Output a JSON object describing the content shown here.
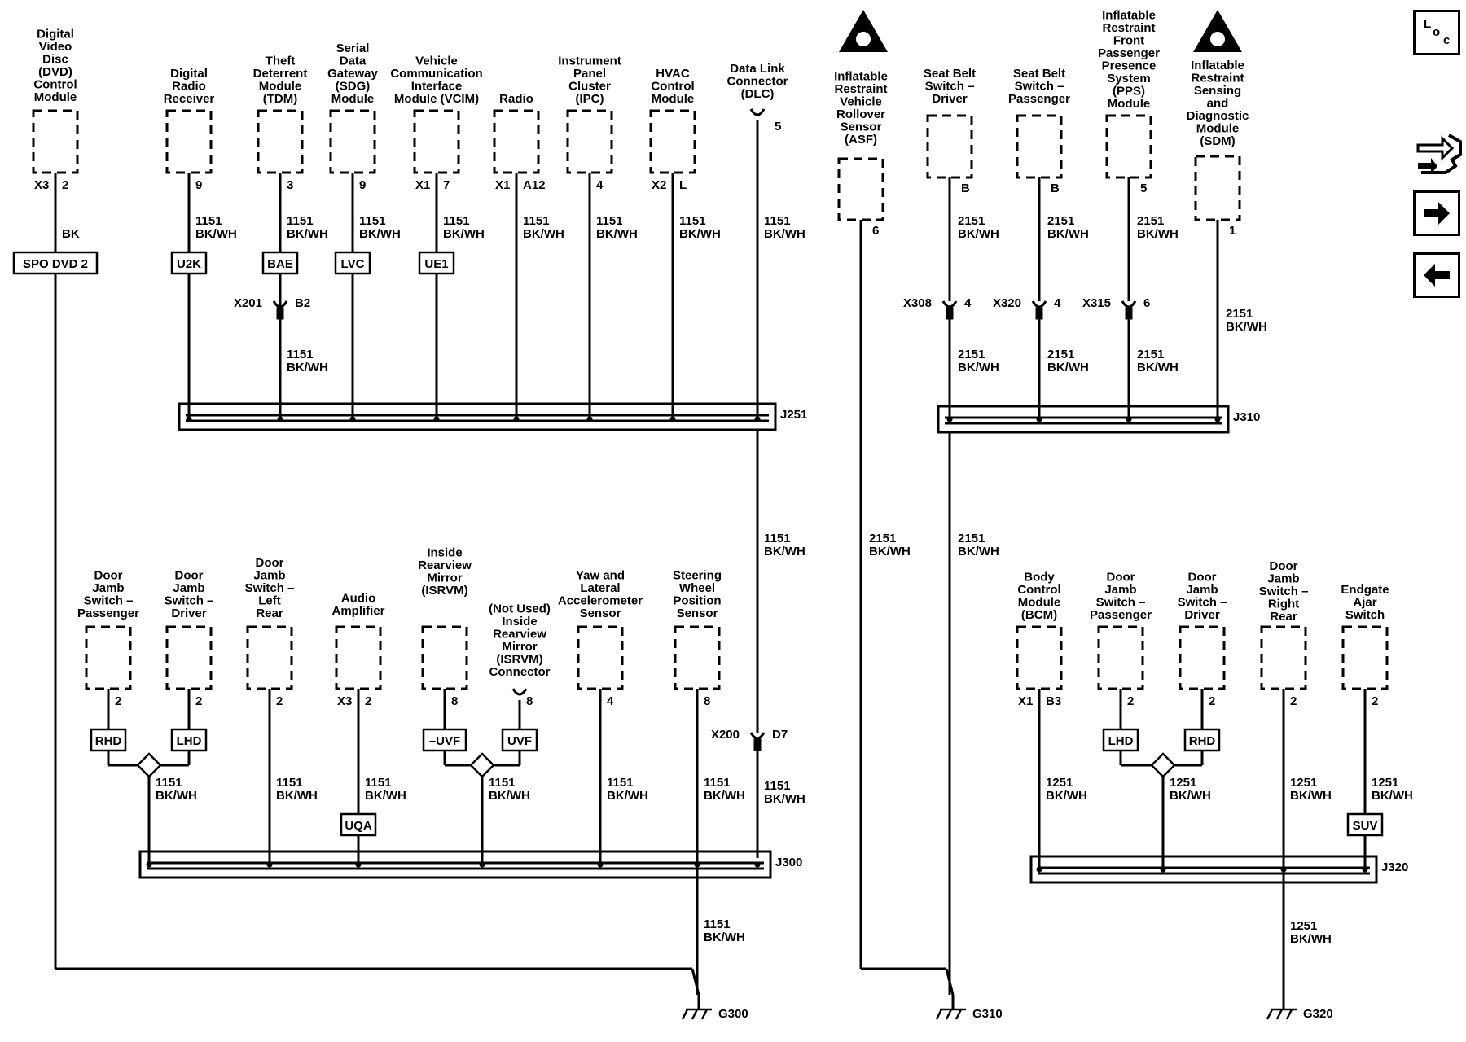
{
  "nav": {
    "loc_letters": [
      "L",
      "o",
      "c"
    ],
    "icons": [
      "locator-icon",
      "wiring-harness-icon",
      "forward-arrow-icon",
      "back-arrow-icon"
    ]
  },
  "components_top": [
    {
      "lines": [
        "Digital",
        "Video",
        "Disc",
        "(DVD)",
        "Control",
        "Module"
      ],
      "conn": "X3",
      "pin": "2",
      "wire": [
        "BK"
      ],
      "option": "SPO DVD 2"
    },
    {
      "lines": [
        "Digital",
        "Radio",
        "Receiver"
      ],
      "conn": "",
      "pin": "9",
      "wire": [
        "1151",
        "BK/WH"
      ],
      "option": "U2K"
    },
    {
      "lines": [
        "Theft",
        "Deterrent",
        "Module",
        "(TDM)"
      ],
      "conn": "",
      "pin": "3",
      "wire": [
        "1151",
        "BK/WH"
      ],
      "option": "BAE"
    },
    {
      "lines": [
        "Serial",
        "Data",
        "Gateway",
        "(SDG)",
        "Module"
      ],
      "conn": "",
      "pin": "9",
      "wire": [
        "1151",
        "BK/WH"
      ],
      "option": "LVC"
    },
    {
      "lines": [
        "Vehicle",
        "Communication",
        "Interface",
        "Module (VCIM)"
      ],
      "conn": "X1",
      "pin": "7",
      "wire": [
        "1151",
        "BK/WH"
      ],
      "option": "UE1"
    },
    {
      "lines": [
        "Radio"
      ],
      "conn": "X1",
      "pin": "A12",
      "wire": [
        "1151",
        "BK/WH"
      ],
      "option": ""
    },
    {
      "lines": [
        "Instrument",
        "Panel",
        "Cluster",
        "(IPC)"
      ],
      "conn": "",
      "pin": "4",
      "wire": [
        "1151",
        "BK/WH"
      ],
      "option": ""
    },
    {
      "lines": [
        "HVAC",
        "Control",
        "Module"
      ],
      "conn": "X2",
      "pin": "L",
      "wire": [
        "1151",
        "BK/WH"
      ],
      "option": ""
    },
    {
      "lines": [
        "Data Link",
        "Connector",
        "(DLC)"
      ],
      "conn": "",
      "pin": "5",
      "wire": [
        "1151",
        "BK/WH"
      ],
      "option": ""
    },
    {
      "lines": [
        "Inflatable",
        "Restraint",
        "Vehicle",
        "Rollover",
        "Sensor",
        "(ASF)"
      ],
      "conn": "",
      "pin": "6",
      "wire": [
        "2151",
        "BK/WH"
      ],
      "option": ""
    },
    {
      "lines": [
        "Seat Belt",
        "Switch –",
        "Driver"
      ],
      "conn": "",
      "pin": "B",
      "wire": [
        "2151",
        "BK/WH"
      ],
      "option": ""
    },
    {
      "lines": [
        "Seat Belt",
        "Switch –",
        "Passenger"
      ],
      "conn": "",
      "pin": "B",
      "wire": [
        "2151",
        "BK/WH"
      ],
      "option": ""
    },
    {
      "lines": [
        "Inflatable",
        "Restraint",
        "Front",
        "Passenger",
        "Presence",
        "System",
        "(PPS)",
        "Module"
      ],
      "conn": "",
      "pin": "5",
      "wire": [
        "2151",
        "BK/WH"
      ],
      "option": ""
    },
    {
      "lines": [
        "Inflatable",
        "Restraint",
        "Sensing",
        "and",
        "Diagnostic",
        "Module",
        "(SDM)"
      ],
      "conn": "",
      "pin": "1",
      "wire": [
        "2151",
        "BK/WH"
      ],
      "option": ""
    }
  ],
  "components_bottom": [
    {
      "lines": [
        "Door",
        "Jamb",
        "Switch –",
        "Passenger"
      ],
      "conn": "",
      "pin": "2",
      "option": "RHD"
    },
    {
      "lines": [
        "Door",
        "Jamb",
        "Switch –",
        "Driver"
      ],
      "conn": "",
      "pin": "2",
      "option": "LHD"
    },
    {
      "lines": [
        "Door",
        "Jamb",
        "Switch –",
        "Left",
        "Rear"
      ],
      "conn": "",
      "pin": "2",
      "option": ""
    },
    {
      "lines": [
        "Audio",
        "Amplifier"
      ],
      "conn": "X3",
      "pin": "2",
      "option": "UQA"
    },
    {
      "lines": [
        "Inside",
        "Rearview",
        "Mirror",
        "(ISRVM)"
      ],
      "conn": "",
      "pin": "8",
      "option": "–UVF"
    },
    {
      "lines": [
        "(Not Used)",
        "Inside",
        "Rearview",
        "Mirror",
        "(ISRVM)",
        "Connector"
      ],
      "conn": "",
      "pin": "8",
      "option": "UVF"
    },
    {
      "lines": [
        "Yaw and",
        "Lateral",
        "Accelerometer",
        "Sensor"
      ],
      "conn": "",
      "pin": "4",
      "option": ""
    },
    {
      "lines": [
        "Steering",
        "Wheel",
        "Position",
        "Sensor"
      ],
      "conn": "",
      "pin": "8",
      "option": ""
    },
    {
      "lines": [
        "Body",
        "Control",
        "Module",
        "(BCM)"
      ],
      "conn": "X1",
      "pin": "B3",
      "option": ""
    },
    {
      "lines": [
        "Door",
        "Jamb",
        "Switch –",
        "Passenger"
      ],
      "conn": "",
      "pin": "2",
      "option": "LHD"
    },
    {
      "lines": [
        "Door",
        "Jamb",
        "Switch –",
        "Driver"
      ],
      "conn": "",
      "pin": "2",
      "option": "RHD"
    },
    {
      "lines": [
        "Door",
        "Jamb",
        "Switch –",
        "Right",
        "Rear"
      ],
      "conn": "",
      "pin": "2",
      "option": ""
    },
    {
      "lines": [
        "Endgate",
        "Ajar",
        "Switch"
      ],
      "conn": "",
      "pin": "2",
      "option": "SUV"
    }
  ],
  "inline_connectors": [
    {
      "name": "X201",
      "pin": "B2"
    },
    {
      "name": "X308",
      "pin": "4"
    },
    {
      "name": "X320",
      "pin": "4"
    },
    {
      "name": "X315",
      "pin": "6"
    },
    {
      "name": "X200",
      "pin": "D7"
    }
  ],
  "splices": [
    "J251",
    "J310",
    "J300",
    "J320"
  ],
  "grounds": [
    "G300",
    "G310",
    "G320"
  ],
  "wire_1151": [
    "1151",
    "BK/WH"
  ],
  "wire_2151": [
    "2151",
    "BK/WH"
  ],
  "wire_1251": [
    "1251",
    "BK/WH"
  ]
}
